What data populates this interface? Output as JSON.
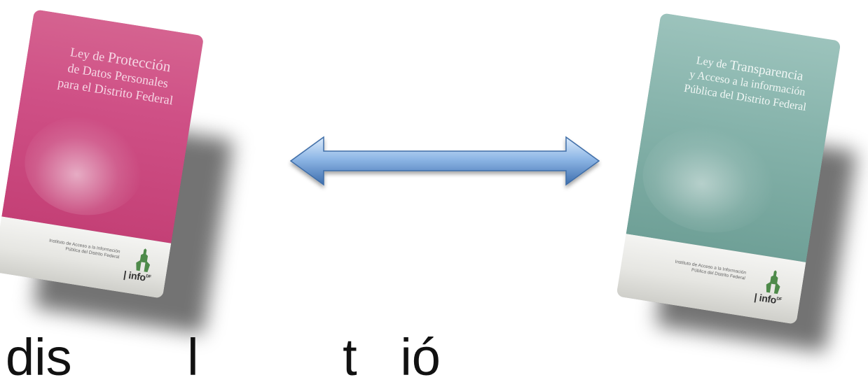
{
  "books": {
    "left": {
      "title_lines": [
        "Ley de ",
        "Protección",
        "de Datos Personales",
        "para el Distrito Federal"
      ],
      "publisher": [
        "Instituto de Acceso a la Información",
        "Pública del Distrito Federal"
      ],
      "logo_text": "info",
      "logo_sup": "DF",
      "colors": {
        "cover": "#cf5086",
        "band": "#e8e8e4"
      }
    },
    "right": {
      "title_lines": [
        "Ley de ",
        "Transparencia",
        "y Acceso a la información",
        "Pública del Distrito Federal"
      ],
      "publisher": [
        "Instituto de Acceso a la Información",
        "Pública del Distrito Federal"
      ],
      "logo_text": "info",
      "logo_sup": "DF",
      "colors": {
        "cover": "#86b3ab",
        "band": "#e8e8e4"
      }
    }
  },
  "arrow": {
    "icon": "double-arrow-icon",
    "color": "#6f9fd8"
  },
  "bottom_text": "dis        l          t   ió"
}
